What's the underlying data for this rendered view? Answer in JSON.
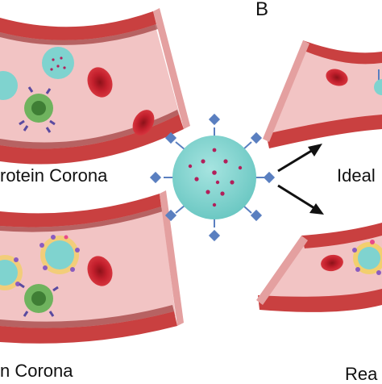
{
  "panel_letter": "B",
  "labels": {
    "top_left": "rotein Corona",
    "bottom_left": "n Corona",
    "top_right": "Ideal",
    "bottom_right": "Rea"
  },
  "colors": {
    "vessel_wall": "#c94040",
    "vessel_dark": "#8f2222",
    "lumen": "#f2c4c4",
    "red_cell": "#c21f2c",
    "nanoparticle": "#7fd3cf",
    "ligand": "#5a7fc0",
    "payload_dot": "#b21f5a",
    "immune_cell": "#6fb35e",
    "corona_yellow": "#f2d44a",
    "corona_purple": "#8a5cc0",
    "arrow": "#111111"
  },
  "icons": [
    "blood-vessel",
    "nanoparticle",
    "red-blood-cell",
    "immune-cell",
    "arrow"
  ]
}
